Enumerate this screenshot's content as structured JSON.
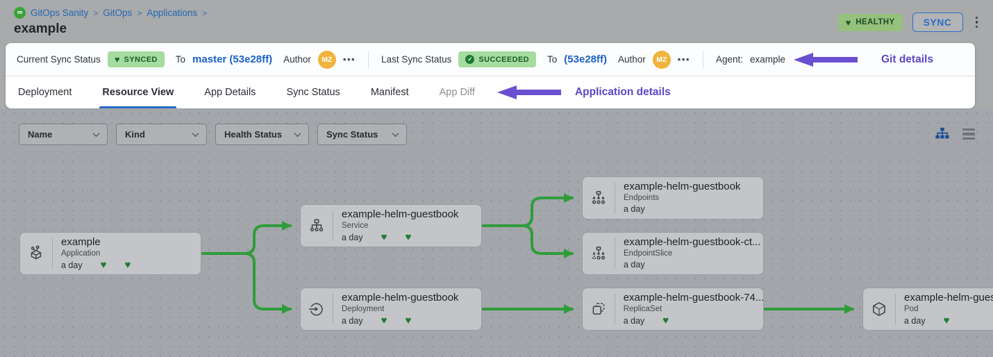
{
  "header": {
    "breadcrumb": [
      "GitOps Sanity",
      "GitOps",
      "Applications"
    ],
    "separator": ">",
    "title": "example",
    "health_badge": {
      "label": "HEALTHY"
    },
    "sync_button": {
      "label": "SYNC"
    }
  },
  "sync_bar": {
    "current": {
      "label": "Current Sync Status",
      "badge": "SYNCED",
      "to": "To",
      "ref": "master (53e28ff)",
      "author": "Author",
      "avatar": "MZ",
      "menu": "•••"
    },
    "last": {
      "label": "Last Sync Status",
      "badge": "SUCCEEDED",
      "to": "To",
      "ref": "(53e28ff)",
      "author": "Author",
      "avatar": "MZ",
      "menu": "•••"
    },
    "agent": {
      "label": "Agent:",
      "value": "example"
    },
    "annotation": "Git details"
  },
  "tabs": {
    "items": [
      {
        "label": "Deployment"
      },
      {
        "label": "Resource View"
      },
      {
        "label": "App Details"
      },
      {
        "label": "Sync Status"
      },
      {
        "label": "Manifest"
      },
      {
        "label": "App Diff"
      }
    ],
    "active": "Resource View",
    "annotation": "Application details"
  },
  "filters": {
    "name": "Name",
    "kind": "Kind",
    "health": "Health Status",
    "sync": "Sync Status"
  },
  "tree": {
    "nodes": [
      {
        "title": "example",
        "kind": "Application",
        "age": "a day",
        "hearts": 2
      },
      {
        "title": "example-helm-guestbook",
        "kind": "Service",
        "age": "a day",
        "hearts": 2
      },
      {
        "title": "example-helm-guestbook",
        "kind": "Endpoints",
        "age": "a day",
        "hearts": 0
      },
      {
        "title": "example-helm-guestbook-ct...",
        "kind": "EndpointSlice",
        "age": "a day",
        "hearts": 0
      },
      {
        "title": "example-helm-guestbook",
        "kind": "Deployment",
        "age": "a day",
        "hearts": 2
      },
      {
        "title": "example-helm-guestbook-74...",
        "kind": "ReplicaSet",
        "age": "a day",
        "hearts": 1
      },
      {
        "title": "example-helm-guest",
        "kind": "Pod",
        "age": "a day",
        "hearts": 1
      }
    ]
  },
  "colors": {
    "edge_green": "#2f9c3a",
    "annotation_purple": "#6a4fd0",
    "link_blue": "#1b61c9",
    "synced_badge_bg": "#a6dc9f",
    "healthy_badge_bg": "#95c17c",
    "active_tab_blue": "#2a6ac6",
    "heart_green": "#1f7a33",
    "avatar_orange": "#f2b33c",
    "canvas_gray": "#a3a6aa"
  }
}
